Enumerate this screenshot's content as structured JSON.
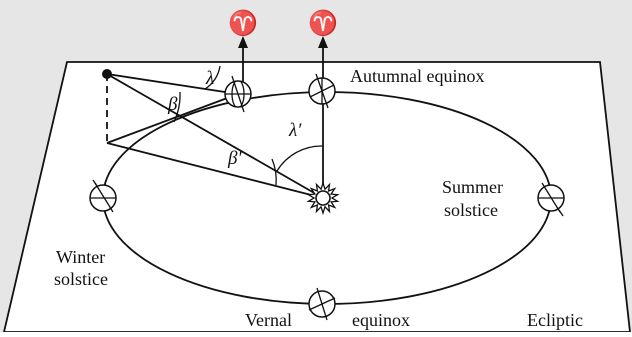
{
  "background_color": "#e6e6e6",
  "ink_color": "#111111",
  "labels": {
    "autumnal": "Autumnal equinox",
    "summer_line1": "Summer",
    "summer_line2": "solstice",
    "winter_line1": "Winter",
    "winter_line2": "solstice",
    "vernal": "Vernal",
    "equinox": "equinox",
    "ecliptic": "Ecliptic"
  },
  "symbols": {
    "lambda": "λ",
    "beta": "β",
    "beta_prime": "β′",
    "lambda_prime": "λ′",
    "aries": "♈"
  }
}
